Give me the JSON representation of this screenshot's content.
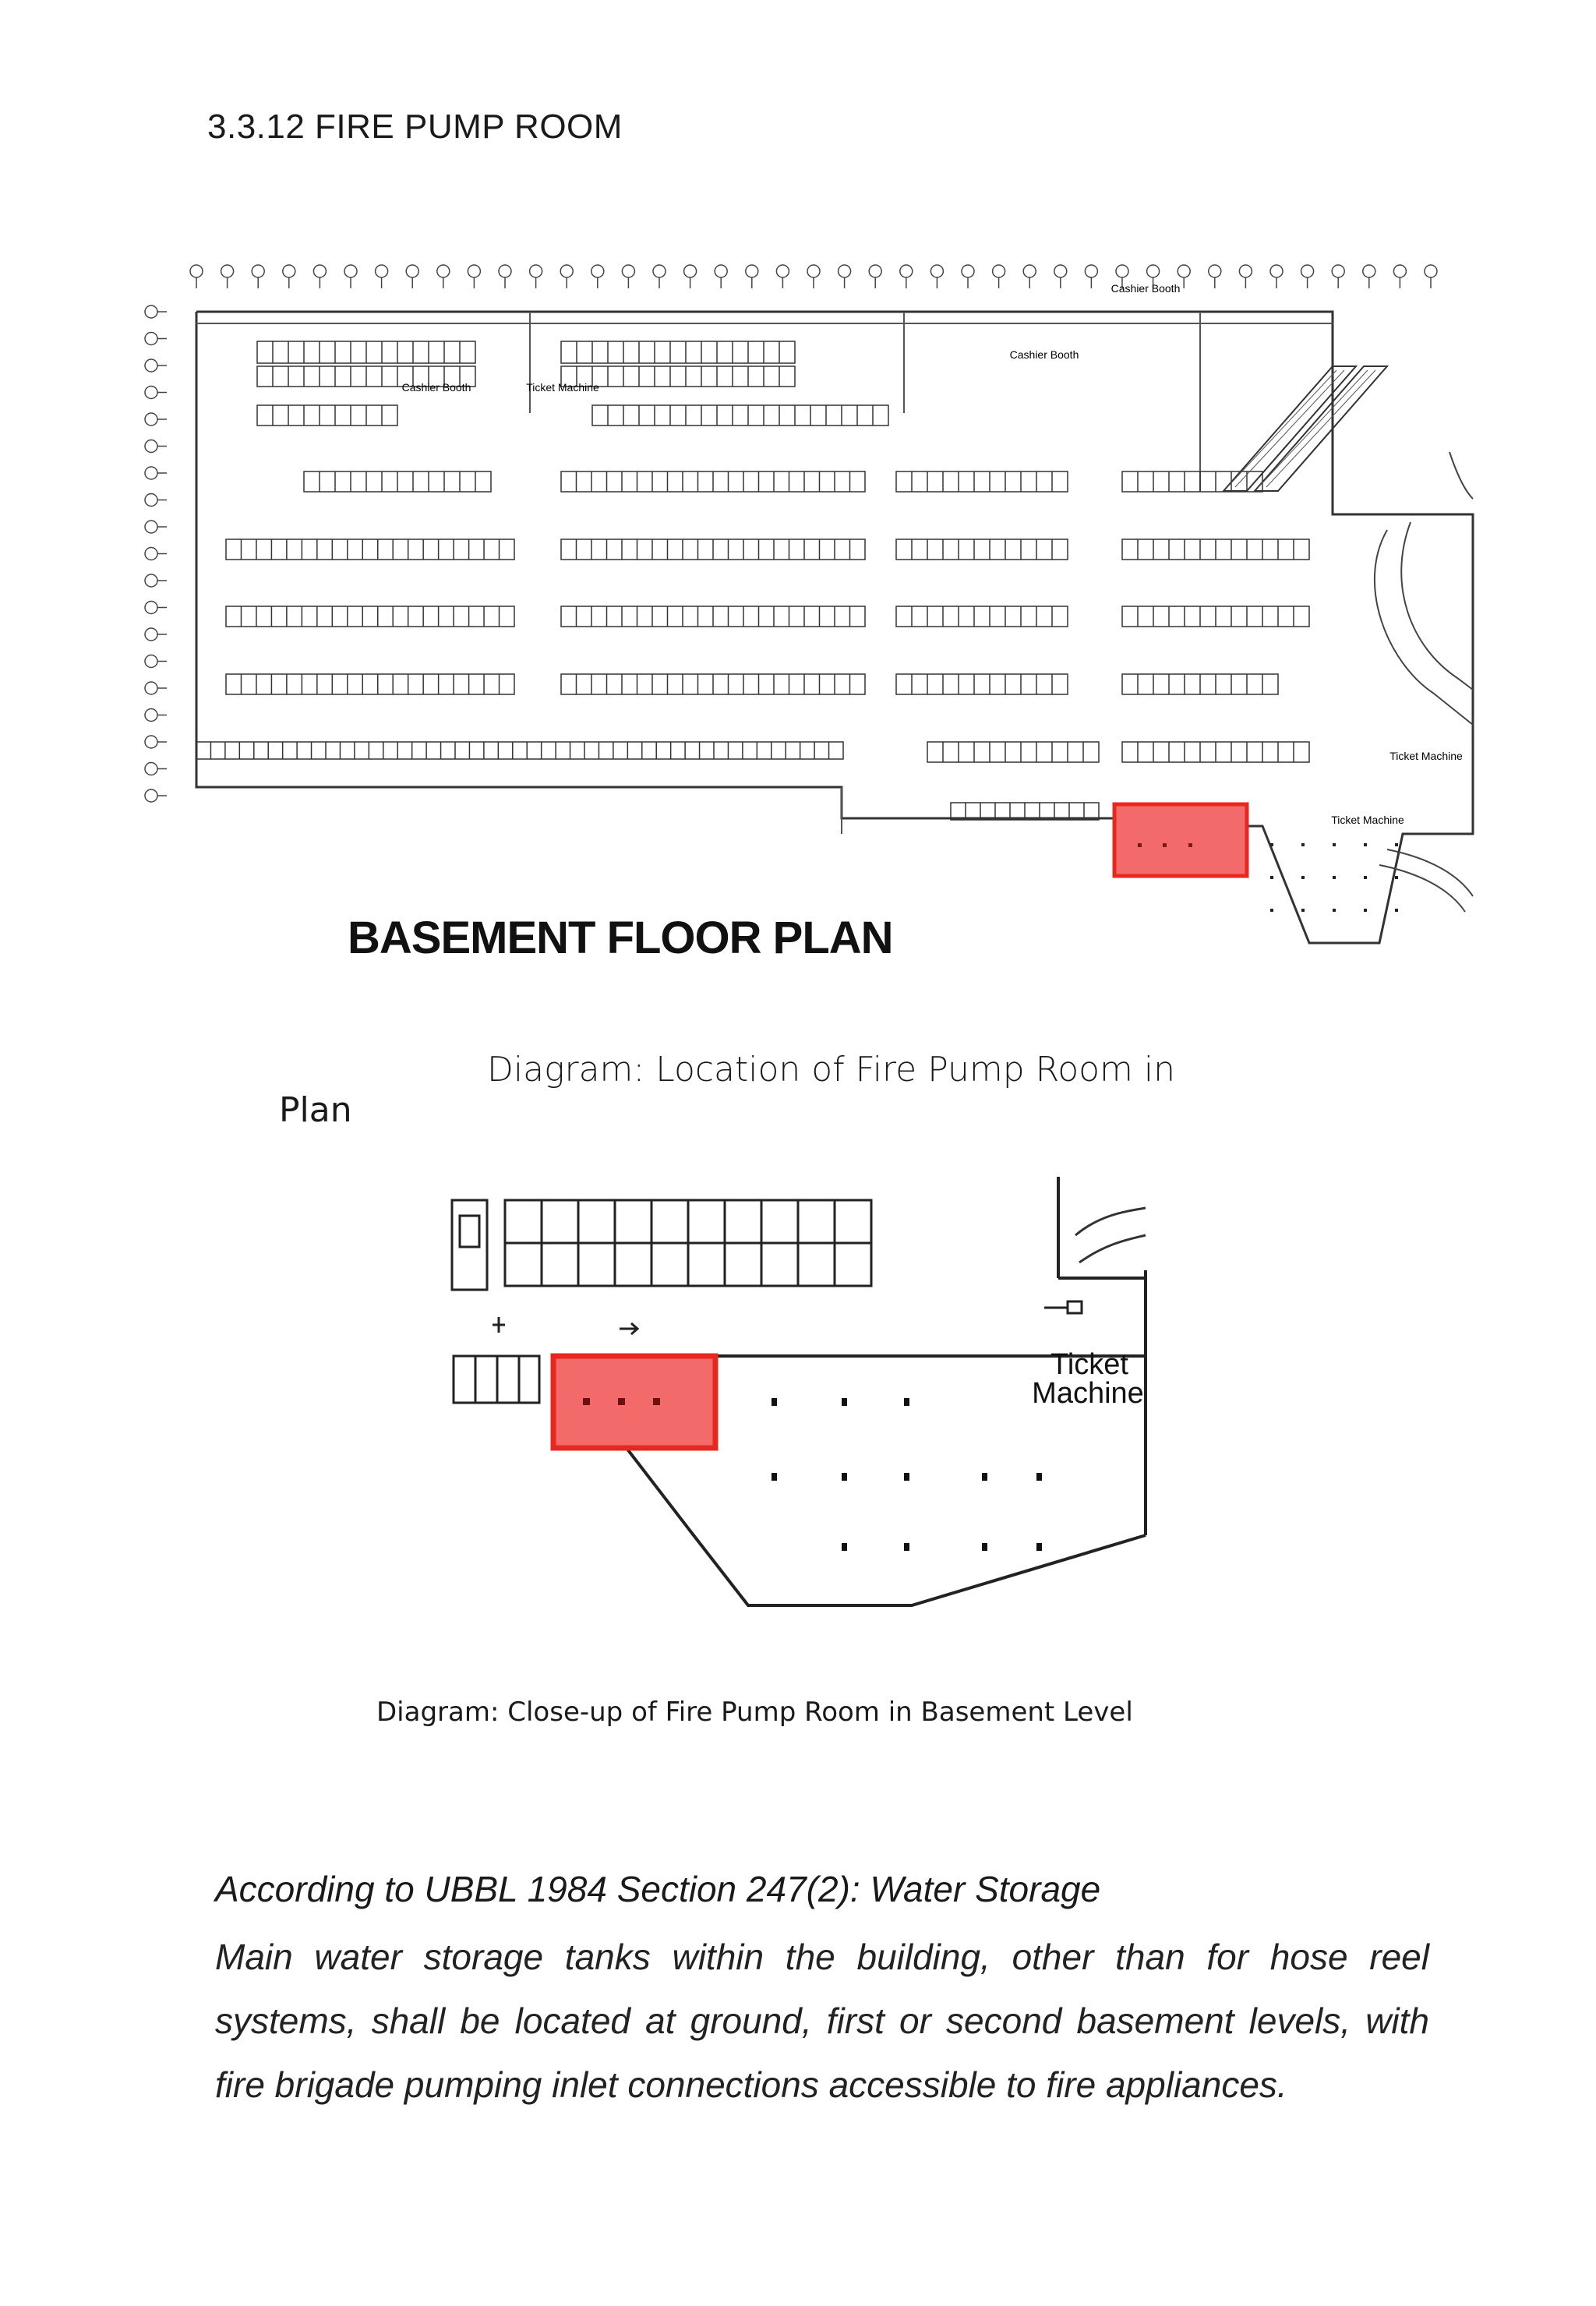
{
  "section_heading": "3.3.12 FIRE PUMP ROOM",
  "plan": {
    "title": "BASEMENT FLOOR PLAN",
    "labels": {
      "cashier_booth_1": "Cashier Booth",
      "cashier_booth_2": "Cashier Booth",
      "cashier_booth_3": "Cashier Booth",
      "ticket_machine_1": "Ticket Machine",
      "ticket_machine_2": "Ticket Machine",
      "ticket_machine_3": "Ticket Machine"
    },
    "highlight_color": "#f26a6a",
    "highlight_border": "#e8281e"
  },
  "caption_1_line_1": "Diagram: Location of Fire Pump Room in",
  "caption_1_line_2": "Plan",
  "closeup": {
    "ticket_machine_line_1": "Ticket",
    "ticket_machine_line_2": "Machine"
  },
  "caption_2": "Diagram: Close-up of Fire Pump Room in Basement Level",
  "ubbl_heading": "According to UBBL 1984 Section 247(2): Water Storage",
  "ubbl_body": "Main water storage tanks within the building, other than for hose reel systems, shall be located at ground, first or second basement levels, with fire brigade pumping inlet connections accessible to fire appliances."
}
